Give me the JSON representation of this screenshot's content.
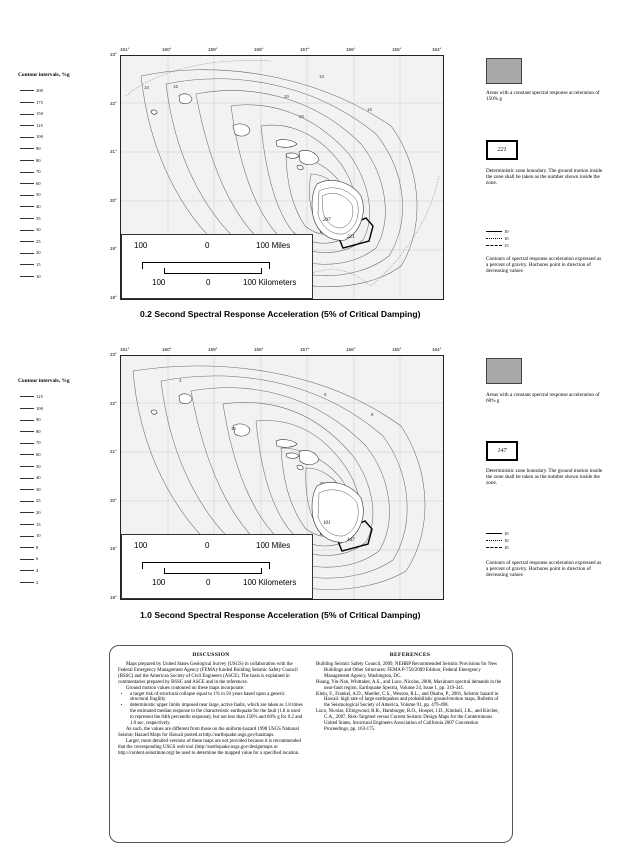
{
  "map1": {
    "title": "0.2 Second Spectral Response Acceleration (5% of Critical Damping)",
    "longitudes": [
      "161°",
      "160°",
      "159°",
      "158°",
      "157°",
      "156°",
      "155°",
      "154°"
    ],
    "latitudes": [
      "23°",
      "22°",
      "21°",
      "20°",
      "19°",
      "18°"
    ],
    "contour_title": "Contour intervals, %g",
    "contours": [
      "200",
      "175",
      "150",
      "125",
      "100",
      "90",
      "80",
      "70",
      "60",
      "50",
      "40",
      "35",
      "30",
      "25",
      "20",
      "15",
      "10"
    ],
    "zone_values": [
      "207",
      "221"
    ],
    "legend_gray": "Areas with a constant spectral response acceleration of 150% g",
    "legend_zone_value": "221",
    "legend_zone_text": "Deterministic zone boundary.  The ground motion inside the zone shall be taken as the number shown inside the zone.",
    "legend_line_values": [
      "10",
      "10",
      "15"
    ],
    "legend_contour_text": "Contours of spectral response acceleration expressed as a percent of gravity.  Hachures point in direction of decreasing values",
    "scale": {
      "miles": [
        "100",
        "0",
        "100 Miles"
      ],
      "km": [
        "100",
        "0",
        "100 Kilometers"
      ]
    }
  },
  "map2": {
    "title": "1.0 Second Spectral Response Acceleration (5% of Critical Damping)",
    "longitudes": [
      "161°",
      "160°",
      "159°",
      "158°",
      "157°",
      "156°",
      "155°",
      "154°"
    ],
    "latitudes": [
      "23°",
      "22°",
      "21°",
      "20°",
      "19°",
      "18°"
    ],
    "contour_title": "Contour intervals, %g",
    "contours": [
      "125",
      "100",
      "90",
      "80",
      "70",
      "60",
      "50",
      "40",
      "30",
      "25",
      "20",
      "15",
      "10",
      "8",
      "6",
      "4",
      "2"
    ],
    "zone_values": [
      "101",
      "147"
    ],
    "legend_gray": "Areas with a constant spectral response acceleration of 60% g",
    "legend_zone_value": "147",
    "legend_zone_text": "Deterministic zone boundary.  The ground motion inside the zone shall be taken as the number shown inside the zone.",
    "legend_line_values": [
      "10",
      "10",
      "10"
    ],
    "legend_contour_text": "Contours of spectral response acceleration expressed as a percent of gravity.  Hachures point in direction of decreasing values",
    "scale": {
      "miles": [
        "100",
        "0",
        "100 Miles"
      ],
      "km": [
        "100",
        "0",
        "100 Kilometers"
      ]
    }
  },
  "discussion": {
    "heading": "DISCUSSION",
    "p1": "Maps prepared by United States Geological Survey (USGS) in collaboration with the Federal Emergency Management Agency (FEMA)-funded Building Seismic Safety Council (BSSC) and the American Society of Civil Engineers (ASCE). The basis is explained in commentaries prepared by BSSC and ASCE and in the references.",
    "p2": "Ground motion values contoured on these maps incorporate:",
    "b1": "a target risk of structural collapse equal to 1% in 50 years based upon a generic structural fragility",
    "b2": "deterministic upper limits imposed near large, active faults, which are taken as 1.8 times the estimated median response to the characteristic earthquake for the fault (1.8 is used to represent the 84th percentile response), but not less than 150% and 60% g for 0.2 and 1.0 sec, respectively.",
    "p3": "As such, the values are different from those on the uniform-hazard 1998 USGS National Seismic Hazard Maps for Hawaii posted at http://earthquake.usgs.gov/hazmaps.",
    "p4": "Larger, more detailed versions of these maps are not provided because it is recommended that the corresponding USGS web tool (http://earthquake.usgs.gov/designmaps or http://content.seinstitute.org) be used to determine the mapped value for a specified location."
  },
  "references": {
    "heading": "REFERENCES",
    "r1": "Building Seismic Safety Council, 2009, NEHRP Recommended Seismic Provisions for New Buildings and Other Structures: FEMA P-750/2009 Edition, Federal Emergency Management Agency, Washington, DC.",
    "r2": "Huang, Yin-Nan, Whittaker, A.S., and Luco, Nicolas, 2008, Maximum spectral demands in the near-fault region, Earthquake Spectra, Volume 24, Issue 1, pp. 319-341.",
    "r3": "Klein, F., Frankel, A.D., Mueller, C.S., Wesson, R.L., and Okubo, P., 2001, Seismic hazard in Hawaii: high rate of large earthquakes and probabilistic ground-motion maps, Bulletin of the Seismological Society of America, Volume 91, pp. 479-498.",
    "r4": "Luco, Nicolas, Ellingwood, B.R., Hamburger, R.O., Hooper, J.D., Kimball, J.K., and Kircher, C.A., 2007, Risk-Targeted versus Current Seismic Design Maps for the Conterminous United States, Structural Engineers Association of California 2007 Convention Proceedings, pp. 163-175."
  }
}
